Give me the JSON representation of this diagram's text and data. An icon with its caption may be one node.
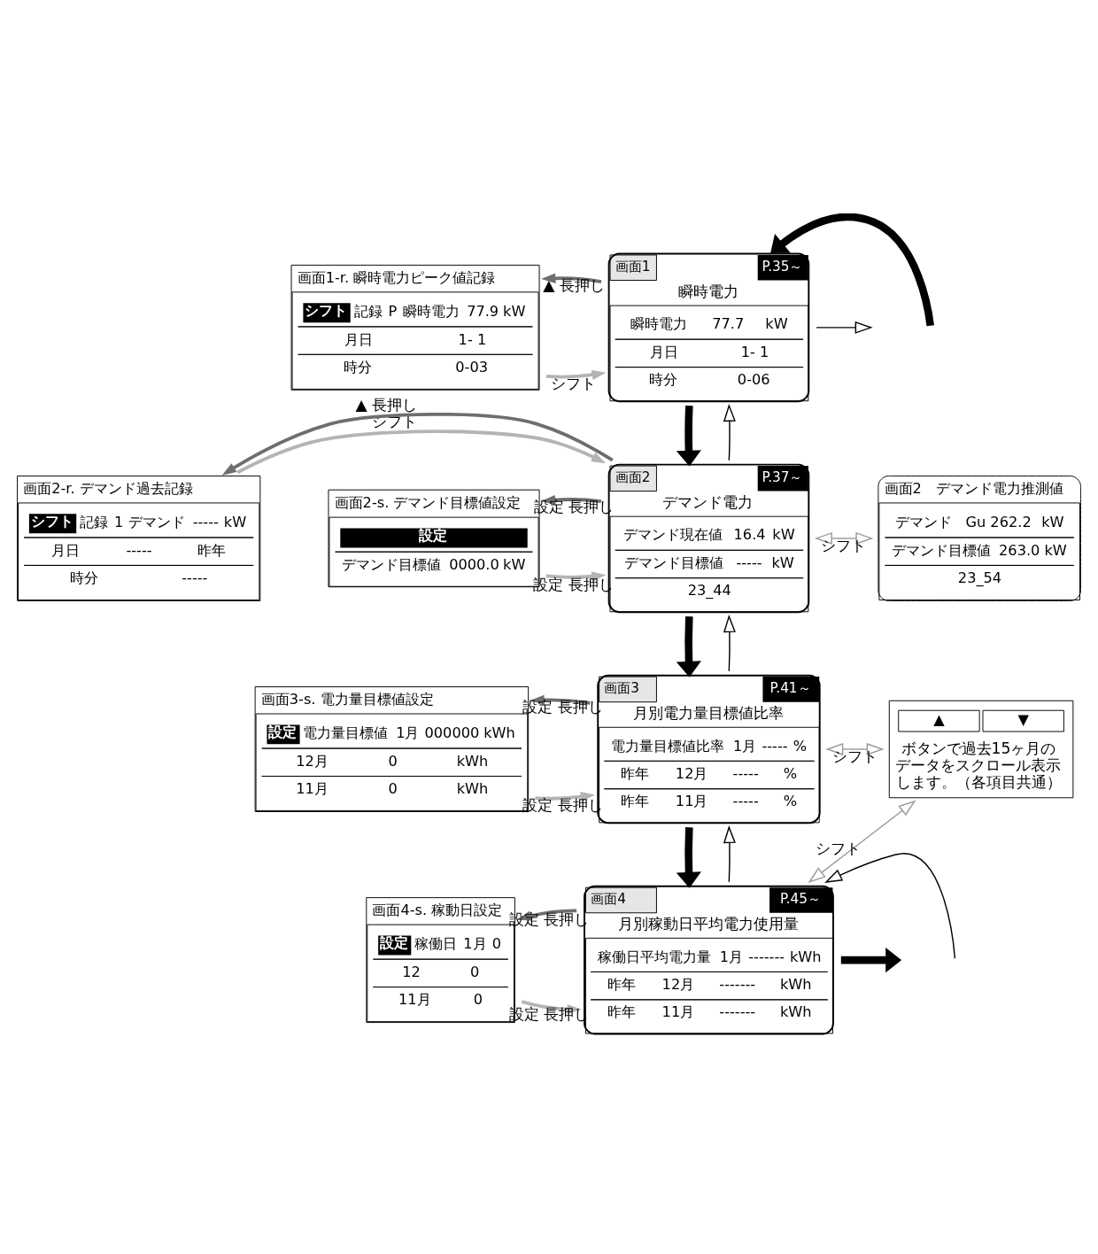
{
  "diagram": {
    "nodes": [
      {
        "text": [
          "画面1-r. 瞬時電力ピーク値記録",
          "シフト",
          "記録",
          "P",
          "瞬時電力",
          "77.9",
          "kW",
          "月日",
          "1- 1",
          "時分",
          "0-03"
        ]
      },
      {
        "text": [
          "画面1",
          "P.35～",
          "瞬時電力",
          "瞬時電力",
          "77.7",
          "kW",
          "月日",
          "1- 1",
          "時分",
          "0-06"
        ]
      },
      {
        "text": [
          "画面2-r. デマンド過去記録",
          "シフト",
          "記録",
          "1",
          "デマンド",
          "-----",
          "kW",
          "月日",
          "-----",
          "昨年",
          "時分",
          "-----"
        ]
      },
      {
        "text": [
          "画面2-s. デマンド目標値設定",
          "設定",
          "デマンド目標値",
          "0000.0",
          "kW"
        ]
      },
      {
        "text": [
          "画面2",
          "P.37～",
          "デマンド電力",
          "デマンド現在値",
          "16.4",
          "kW",
          "デマンド目標値",
          "-----",
          "kW",
          "23_44"
        ]
      },
      {
        "text": [
          "画面2　デマンド電力推測値",
          "デマンド",
          "Gu 262.2",
          "kW",
          "デマンド目標値",
          "263.0",
          "kW",
          "23_54"
        ]
      },
      {
        "text": [
          "画面3-s. 電力量目標値設定",
          "設定",
          "電力量目標値",
          "1月",
          "000000",
          "kWh",
          "12月",
          "0",
          "kWh",
          "11月",
          "0",
          "kWh"
        ]
      },
      {
        "text": [
          "画面3",
          "P.41～",
          "月別電力量目標値比率",
          "電力量目標値比率",
          "1月",
          "-----",
          "%",
          "昨年",
          "12月",
          "-----",
          "%",
          "昨年",
          "11月",
          "-----",
          "%"
        ]
      },
      {
        "text": [
          "▲",
          "▼",
          "ボタンで過去15ヶ月のデータをスクロール表示します。（各項目共通）"
        ]
      },
      {
        "text": [
          "画面4-s. 稼動日設定",
          "設定",
          "稼働日",
          "1月",
          "0",
          "12",
          "0",
          "11月",
          "0"
        ]
      },
      {
        "text": [
          "画面4",
          "P.45～",
          "月別稼動日平均電力使用量",
          "稼働日平均電力量",
          "1月",
          "-------",
          "kWh",
          "昨年",
          "12月",
          "-------",
          "kWh",
          "昨年",
          "11月",
          "-------",
          "kWh"
        ]
      }
    ],
    "edges": [
      {
        "from": 0,
        "to": 1,
        "arrow": "to",
        "label": "シフト",
        "color": "#b4b4b4"
      },
      {
        "from": 1,
        "to": 0,
        "arrow": "to",
        "label": "▲ 長押し",
        "color": "#6e6e6e"
      },
      {
        "from": null,
        "to": 1,
        "arrow": "to",
        "style": "thick"
      },
      {
        "from": 1,
        "to": null,
        "arrow": "to"
      },
      {
        "from": 1,
        "to": 4,
        "arrow": "to",
        "style": "thick"
      },
      {
        "from": 4,
        "to": 1,
        "arrow": "to"
      },
      {
        "from": 2,
        "to": 4,
        "arrow": "to",
        "label": "シフト",
        "color": "#b4b4b4"
      },
      {
        "from": 4,
        "to": 2,
        "arrow": "to",
        "label": "▲ 長押し",
        "color": "#6e6e6e"
      },
      {
        "from": 3,
        "to": 4,
        "arrow": "to",
        "label": "設定 長押し",
        "color": "#b4b4b4"
      },
      {
        "from": 4,
        "to": 3,
        "arrow": "to",
        "label": "設定 長押し",
        "color": "#6e6e6e"
      },
      {
        "from": 4,
        "to": 5,
        "arrow": "both",
        "label": "シフト",
        "color": "#9a9a9a"
      },
      {
        "from": 4,
        "to": 7,
        "arrow": "to",
        "style": "thick"
      },
      {
        "from": 7,
        "to": 4,
        "arrow": "to"
      },
      {
        "from": 6,
        "to": 7,
        "arrow": "to",
        "label": "設定 長押し",
        "color": "#b4b4b4"
      },
      {
        "from": 7,
        "to": 6,
        "arrow": "to",
        "label": "設定 長押し",
        "color": "#6e6e6e"
      },
      {
        "from": 7,
        "to": 8,
        "arrow": "both",
        "label": "シフト",
        "color": "#9a9a9a"
      },
      {
        "from": 7,
        "to": 10,
        "arrow": "to",
        "style": "thick"
      },
      {
        "from": 10,
        "to": 7,
        "arrow": "to"
      },
      {
        "from": 10,
        "to": 8,
        "arrow": "both",
        "label": "シフト",
        "color": "#9a9a9a"
      },
      {
        "from": 9,
        "to": 10,
        "arrow": "to",
        "label": "設定 長押し",
        "color": "#b4b4b4"
      },
      {
        "from": 10,
        "to": 9,
        "arrow": "to",
        "label": "設定 長押し",
        "color": "#6e6e6e"
      },
      {
        "from": null,
        "to": 10,
        "arrow": "to"
      },
      {
        "from": 10,
        "to": null,
        "arrow": "to",
        "style": "thick"
      }
    ]
  }
}
